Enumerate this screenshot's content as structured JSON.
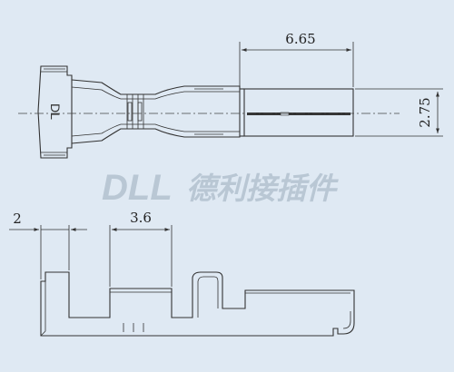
{
  "drawing": {
    "top_view": {
      "dim_length": "6.65",
      "dim_width": "2.75",
      "marking": "DL"
    },
    "side_view": {
      "dim_left": "2",
      "dim_mid": "3.6"
    },
    "watermark": {
      "brand": "DLL",
      "company": "德利接插件"
    },
    "colors": {
      "background": "#dfe9f3",
      "watermark": "#b9c7d4",
      "line": "#333333"
    }
  }
}
